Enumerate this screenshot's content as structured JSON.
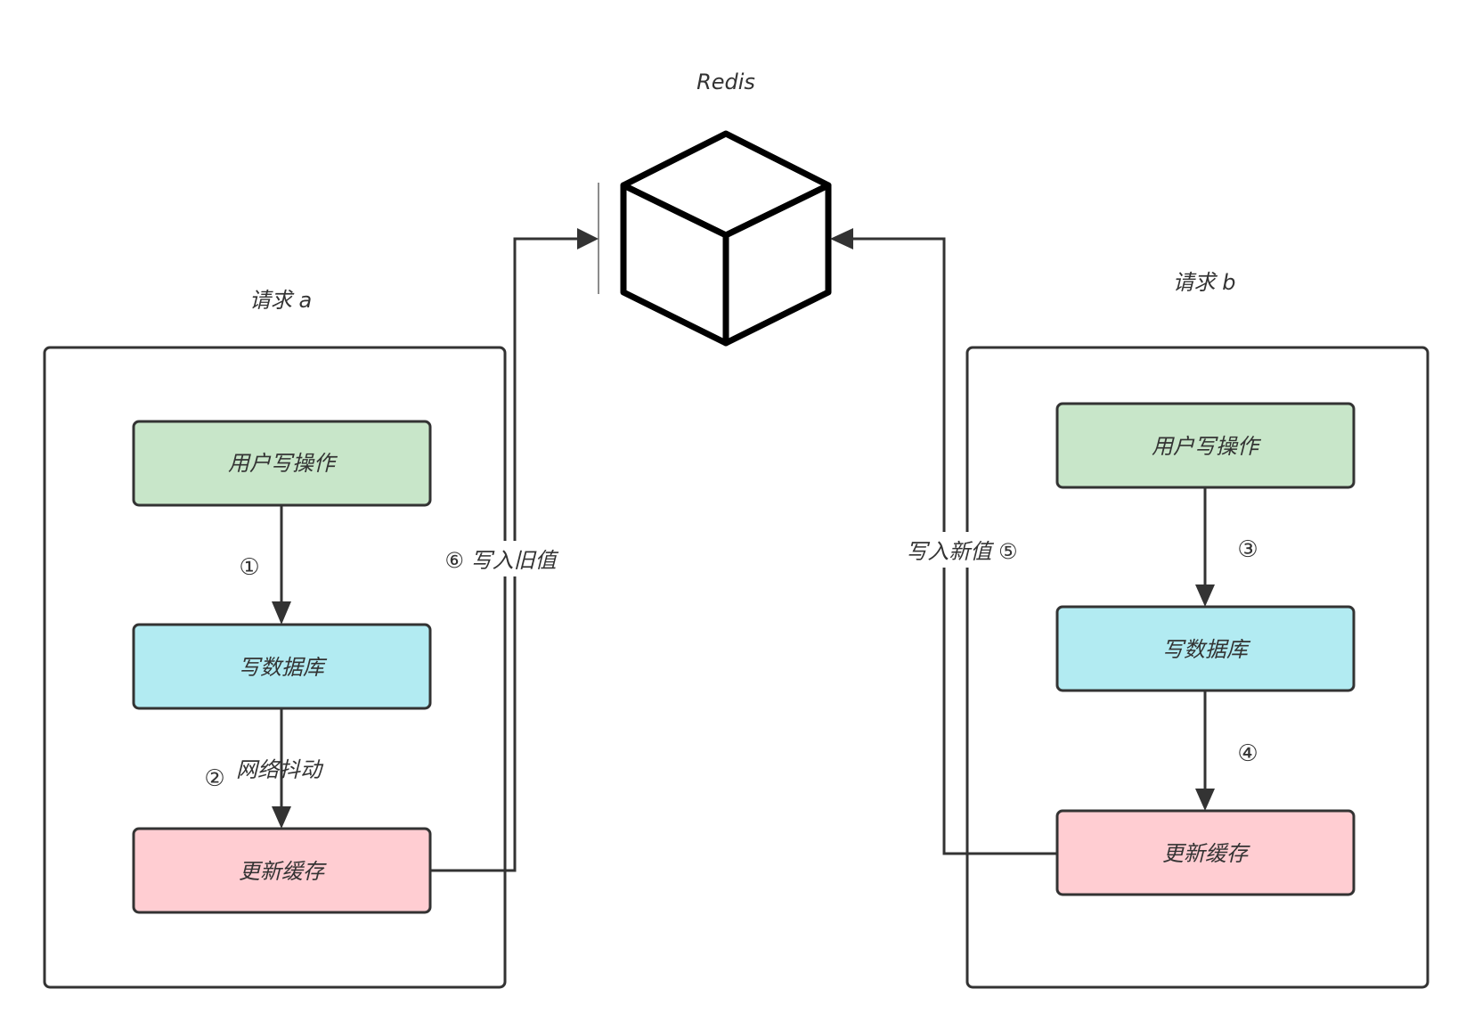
{
  "redis": {
    "title": "Redis"
  },
  "request_a": {
    "title": "请求 a",
    "box_user_write": "用户写操作",
    "box_write_db": "写数据库",
    "box_update_cache": "更新缓存",
    "step_1": "①",
    "step_2": "②",
    "network_jitter": "网络抖动",
    "write_old_value": "⑥ 写入旧值"
  },
  "request_b": {
    "title": "请求 b",
    "box_user_write": "用户写操作",
    "box_write_db": "写数据库",
    "box_update_cache": "更新缓存",
    "step_3": "③",
    "step_4": "④",
    "write_new_value": "写入新值 ⑤"
  },
  "colors": {
    "line": "#333333",
    "user_write_fill": "#c8e6c9",
    "write_db_fill": "#b2ebf2",
    "update_cache_fill": "#ffcdd2",
    "cube_stroke": "#000000"
  }
}
